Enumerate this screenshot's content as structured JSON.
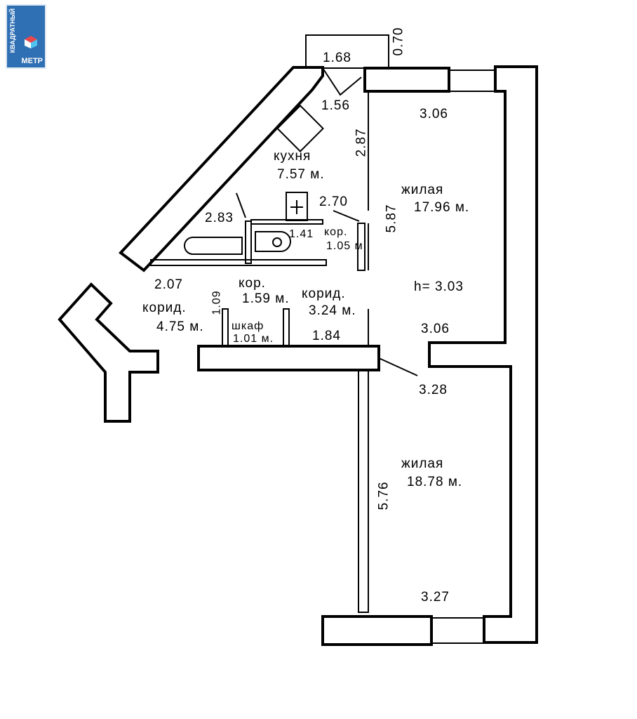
{
  "logo": {
    "line1": "КВАДРАТНЫЙ",
    "line2": "МЕТР",
    "colors": {
      "bg": "#2f6fb3",
      "red": "#e8474c",
      "cyan": "#4fc3f0"
    }
  },
  "dimensions": {
    "balcony_width": "1.68",
    "balcony_depth": "0.70",
    "entrance_width": "1.56",
    "kitchen_height": "2.87",
    "bath_width": "2.83",
    "wc_width": "1.41",
    "kor_small_width": "2.70",
    "room1_top": "3.06",
    "room1_side": "5.87",
    "room1_bottom": "3.06",
    "ceiling": "h= 3.03",
    "hall_width": "2.07",
    "hall_side": "1.09",
    "kor_bottom": "1.84",
    "wall_callout": "3.28",
    "room2_side": "5.76",
    "room2_bottom": "3.27"
  },
  "rooms": {
    "kitchen": {
      "name": "кухня",
      "area": "7.57"
    },
    "room1": {
      "name": "жилая",
      "area": "17.96"
    },
    "room2": {
      "name": "жилая",
      "area": "18.78"
    },
    "kor1": {
      "name": "кор.",
      "area": "1.05"
    },
    "kor2": {
      "name": "кор.",
      "area": "1.59"
    },
    "hall1": {
      "name": "корид.",
      "area": "4.75"
    },
    "hall2": {
      "name": "корид.",
      "area": "3.24"
    },
    "closet": {
      "name": "шкаф",
      "area": "1.01"
    }
  },
  "unit": "м."
}
